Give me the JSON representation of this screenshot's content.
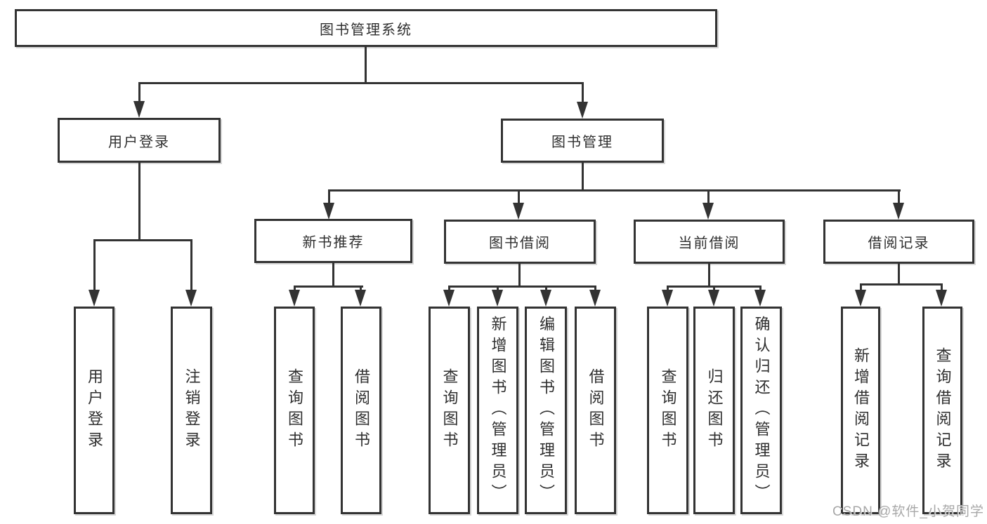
{
  "diagram": {
    "title": "图书管理系统",
    "root": {
      "label": "图书管理系统"
    },
    "level2": [
      {
        "id": "user-login",
        "label": "用户登录"
      },
      {
        "id": "book-management",
        "label": "图书管理"
      }
    ],
    "level3": [
      {
        "id": "new-book-recommend",
        "parent": "book-management",
        "label": "新书推荐"
      },
      {
        "id": "book-borrowing",
        "parent": "book-management",
        "label": "图书借阅"
      },
      {
        "id": "current-borrowing",
        "parent": "book-management",
        "label": "当前借阅"
      },
      {
        "id": "borrowing-records",
        "parent": "book-management",
        "label": "借阅记录"
      }
    ],
    "leaves": [
      {
        "parent": "user-login",
        "label": "用户登录"
      },
      {
        "parent": "user-login",
        "label": "注销登录"
      },
      {
        "parent": "new-book-recommend",
        "label": "查询图书"
      },
      {
        "parent": "new-book-recommend",
        "label": "借阅图书"
      },
      {
        "parent": "book-borrowing",
        "label": "查询图书"
      },
      {
        "parent": "book-borrowing",
        "label": "新增图书（管理员）"
      },
      {
        "parent": "book-borrowing",
        "label": "编辑图书（管理员）"
      },
      {
        "parent": "book-borrowing",
        "label": "借阅图书"
      },
      {
        "parent": "current-borrowing",
        "label": "查询图书"
      },
      {
        "parent": "current-borrowing",
        "label": "归还图书"
      },
      {
        "parent": "current-borrowing",
        "label": "确认归还（管理员）"
      },
      {
        "parent": "borrowing-records",
        "label": "新增借阅记录"
      },
      {
        "parent": "borrowing-records",
        "label": "查询借阅记录"
      }
    ]
  },
  "watermark": {
    "text": "CSDN @软件_小贺同学"
  },
  "colors": {
    "line": "#333333",
    "box_border": "#333333",
    "text": "#2f2f2f",
    "background": "#ffffff",
    "watermark": "#a8a8a8"
  }
}
